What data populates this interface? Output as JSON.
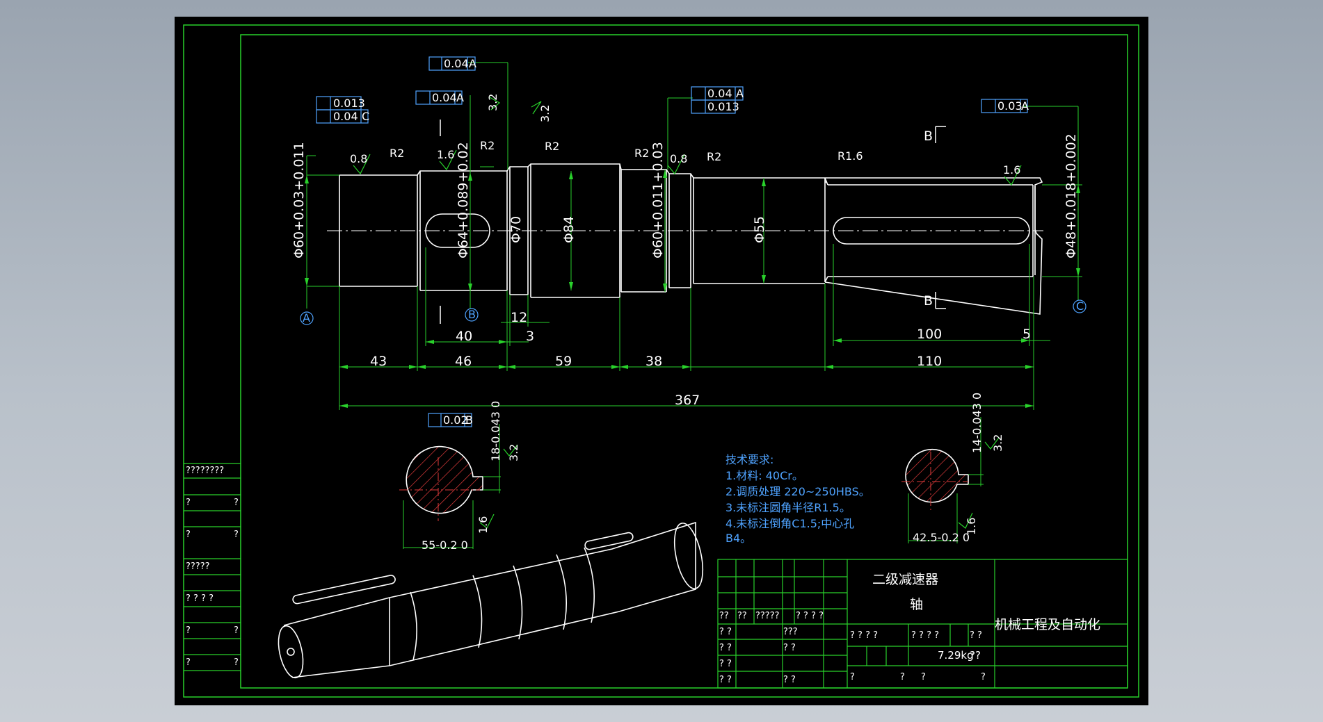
{
  "drawing": {
    "dims": {
      "d43": "43",
      "d46": "46",
      "d59": "59",
      "d38": "38",
      "d110": "110",
      "d367": "367",
      "d40": "40",
      "d3": "3",
      "d12": "12",
      "d100": "100",
      "d5": "5",
      "dia60a": "Φ60+0.03+0.011",
      "dia64": "Φ64+0.089+0.02",
      "dia70": "Φ70",
      "dia84": "Φ84",
      "dia60b": "Φ60+0.011+0.03",
      "dia55": "Φ55",
      "dia48": "Φ48+0.018+0.002",
      "sec1_w": "18-0.043 0",
      "sec1_d": "55-0.2 0",
      "sec2_w": "14-0.043 0",
      "sec2_d": "42.5-0.2 0"
    },
    "radii": [
      "R2",
      "R2",
      "R2",
      "R2",
      "R2",
      "R1.6"
    ],
    "roughness": [
      "0.8",
      "1.6",
      "3.2",
      "3.2",
      "0.8",
      "1.6",
      "3.2",
      "1.6",
      "3.2",
      "1.6"
    ],
    "tolerance_frames": {
      "f1a": "0.013",
      "f1b": "0.04",
      "f1b_ref": "C",
      "f2": "0.04",
      "f2_ref": "A",
      "f3": "0.04",
      "f3_ref": "A",
      "f4a": "0.04",
      "f4a_ref": "A",
      "f4b": "0.013",
      "f5": "0.03",
      "f5_ref": "A",
      "f6": "0.02",
      "f6_ref": "B"
    },
    "datums": {
      "a": "A",
      "b": "B",
      "c": "C"
    },
    "section_marks": {
      "top": "B",
      "bottom": "B"
    },
    "tech": {
      "title": "技术要求:",
      "l1": "1.材料: 40Cr。",
      "l2": "2.调质处理 220~250HBS。",
      "l3": "3.未标注圆角半径R1.5。",
      "l4": "4.未标注倒角C1.5;中心孔",
      "l5": "B4。"
    },
    "title_block": {
      "name1": "二级减速器",
      "name2": "轴",
      "org": "机械工程及自动化",
      "weight": "7.29kg",
      "weight_tail": "??",
      "q_row1": [
        "??",
        "??",
        "?????",
        "? ? ? ?"
      ],
      "q_row2": [
        "? ?",
        "???"
      ],
      "q_row3": [
        "? ?",
        "? ?"
      ],
      "q_row4": [
        "? ?"
      ],
      "q_row5": [
        "? ?",
        "? ?"
      ],
      "right_row1": "? ? ? ?",
      "right_row1b": "? ? ? ?",
      "right_row1c": "? ?",
      "right_bottom": [
        "?",
        "?",
        "?",
        "?"
      ]
    },
    "left_strip": [
      "????????",
      "?",
      "?",
      "?",
      "?",
      "?????",
      "? ? ? ?",
      "?",
      "?",
      "?",
      "?"
    ]
  }
}
